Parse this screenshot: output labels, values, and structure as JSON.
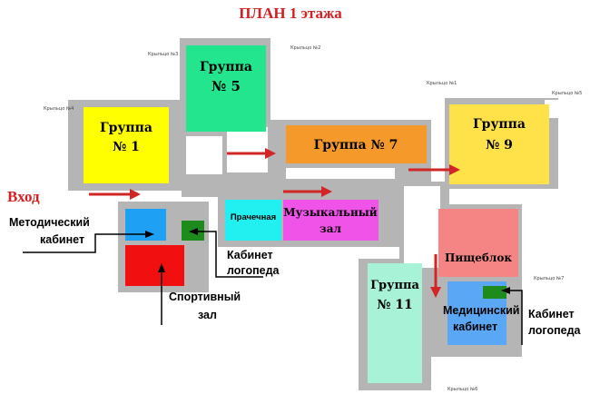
{
  "title": "ПЛАН 1 этажа",
  "entrance_label": "Вход",
  "colors": {
    "wall": "#b5b5b5",
    "group1": "#ffff00",
    "group5": "#22e58e",
    "group7": "#f59a2a",
    "group9": "#ffe24a",
    "group11": "#a8f2d8",
    "laundry": "#22f0f0",
    "music_hall": "#f053e8",
    "kitchen": "#f58585",
    "medical": "#5aa8f5",
    "methodical": "#1ea0f5",
    "sport": "#f20f0f",
    "logoped": "#1d8c1d",
    "arrow": "#d22525",
    "title": "#d42020"
  },
  "rooms": {
    "group1": {
      "line1": "Группа",
      "line2": "№ 1"
    },
    "group5": {
      "line1": "Группа",
      "line2": "№ 5"
    },
    "group7": {
      "line1": "Группа № 7"
    },
    "group9": {
      "line1": "Группа",
      "line2": "№ 9"
    },
    "group11": {
      "line1": "Группа",
      "line2": "№ 11"
    },
    "laundry": {
      "line1": "Прачечная"
    },
    "music_hall": {
      "line1": "Музыкальный",
      "line2": "зал"
    },
    "kitchen": {
      "line1": "Пищеблок"
    }
  },
  "callouts": {
    "methodical": {
      "line1": "Методический",
      "line2": "кабинет"
    },
    "logoped_left": {
      "line1": "Кабинет",
      "line2": "логопеда"
    },
    "sport": {
      "line1": "Спортивный",
      "line2": "зал"
    },
    "medical": {
      "line1": "Медицинский",
      "line2": "кабинет"
    },
    "logoped_right": {
      "line1": "Кабинет",
      "line2": "логопеда"
    }
  },
  "porches": [
    "Крыльцо №1",
    "Крыльцо №2",
    "Крыльцо №3",
    "Крыльцо №4",
    "Крыльцо №5",
    "Крыльцо №6",
    "Крыльцо №7"
  ]
}
